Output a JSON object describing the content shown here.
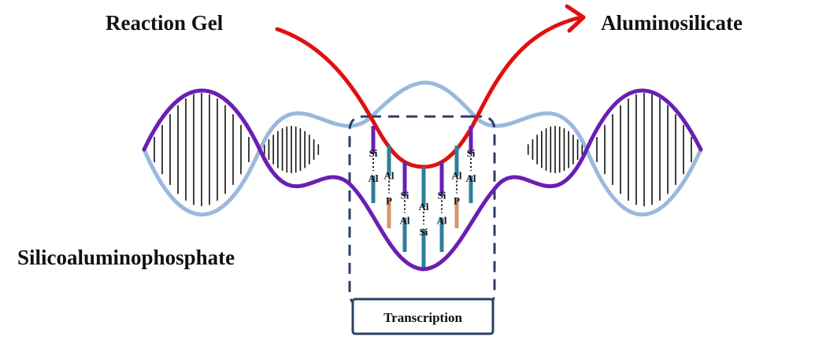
{
  "labels": {
    "reaction_gel": "Reaction Gel",
    "aluminosilicate": "Aluminosilicate",
    "silicoaluminophosphate": "Silicoaluminophosphate",
    "transcription": "Transcription"
  },
  "pairs": [
    {
      "top": "Si",
      "bottom": "Al"
    },
    {
      "top": "Al",
      "bottom": "P"
    },
    {
      "top": "Si",
      "bottom": "Al"
    },
    {
      "top": "Al",
      "bottom": "Si"
    },
    {
      "top": "Si",
      "bottom": "Al"
    },
    {
      "top": "Al",
      "bottom": "P"
    },
    {
      "top": "Si",
      "bottom": "Al"
    }
  ],
  "colors": {
    "strand_purple": "#6a1fb2",
    "strand_lightblue": "#9bb8de",
    "arrow_red": "#e01010",
    "box_border": "#2c3f66",
    "teal_segment": "#2e7f99",
    "orange_segment": "#d8956b"
  }
}
